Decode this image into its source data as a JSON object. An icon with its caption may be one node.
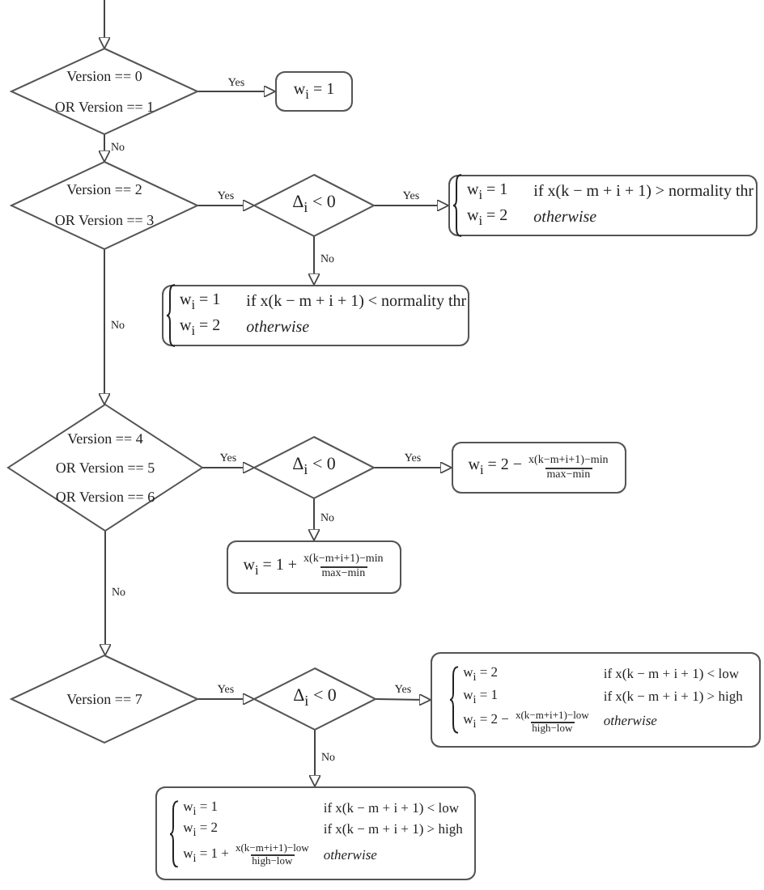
{
  "diagram": {
    "nodes": [
      {
        "text": [
          "Version == 0",
          "OR Version == 1"
        ]
      },
      {
        "text": [
          "w$_{i}$ = 1"
        ]
      },
      {
        "text": [
          "Version == 2",
          "OR Version == 3"
        ]
      },
      {
        "text": [
          "Δ$_{i}$ < 0"
        ]
      },
      {
        "text": [
          "w$_{i}$ = 1",
          "if x(k − m + i + 1) > normality thr",
          "w$_{i}$ = 2",
          "otherwise"
        ]
      },
      {
        "text": [
          "w$_{i}$ = 1",
          "if x(k − m + i + 1) < normality thr",
          "w$_{i}$ = 2",
          "otherwise"
        ]
      },
      {
        "text": [
          "Version == 4",
          "OR Version == 5",
          "OR Version == 6"
        ]
      },
      {
        "text": [
          "Δ$_{i}$ < 0"
        ]
      },
      {
        "text": [
          "w$_{i}$ = 2 −",
          "x(k−m+i+1)−min",
          "max−min"
        ]
      },
      {
        "text": [
          "w$_{i}$ = 1 +",
          "x(k−m+i+1)−min",
          "max−min"
        ]
      },
      {
        "text": [
          "Version == 7"
        ]
      },
      {
        "text": [
          "Δ$_{i}$ < 0"
        ]
      },
      {
        "text": [
          "w$_{i}$ = 2",
          "if x(k − m + i + 1) < low",
          "w$_{i}$ = 1",
          "if x(k − m + i + 1) > high",
          "w$_{i}$ = 2 −",
          "x(k−m+i+1)−low",
          "high−low",
          "otherwise"
        ]
      },
      {
        "text": [
          "w$_{i}$ = 1",
          "if x(k − m + i + 1) < low",
          "w$_{i}$ = 2",
          "if x(k − m + i + 1) > high",
          "w$_{i}$ = 1 +",
          "x(k−m+i+1)−low",
          "high−low",
          "otherwise"
        ]
      }
    ],
    "edges": [
      {
        "from": null,
        "to": 0,
        "arrow": "to"
      },
      {
        "from": 0,
        "to": 1,
        "arrow": "to",
        "label": "Yes"
      },
      {
        "from": 0,
        "to": 2,
        "arrow": "to",
        "label": "No"
      },
      {
        "from": 2,
        "to": 3,
        "arrow": "to",
        "label": "Yes"
      },
      {
        "from": 3,
        "to": 4,
        "arrow": "to",
        "label": "Yes"
      },
      {
        "from": 3,
        "to": 5,
        "arrow": "to",
        "label": "No"
      },
      {
        "from": 2,
        "to": 6,
        "arrow": "to",
        "label": "No"
      },
      {
        "from": 6,
        "to": 7,
        "arrow": "to",
        "label": "Yes"
      },
      {
        "from": 7,
        "to": 8,
        "arrow": "to",
        "label": "Yes"
      },
      {
        "from": 7,
        "to": 9,
        "arrow": "to",
        "label": "No"
      },
      {
        "from": 6,
        "to": 10,
        "arrow": "to",
        "label": "No"
      },
      {
        "from": 10,
        "to": 11,
        "arrow": "to",
        "label": "Yes"
      },
      {
        "from": 11,
        "to": 12,
        "arrow": "to",
        "label": "Yes"
      },
      {
        "from": 11,
        "to": 13,
        "arrow": "to",
        "label": "No"
      }
    ]
  }
}
